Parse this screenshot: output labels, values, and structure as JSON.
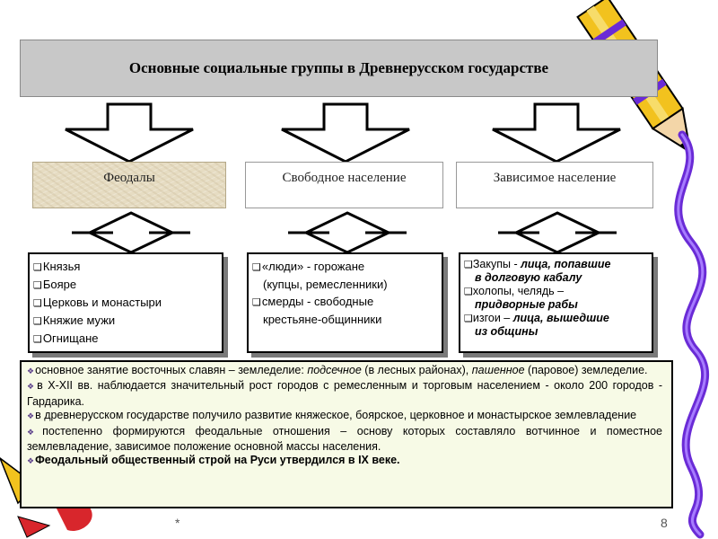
{
  "title": "Основные социальные группы в Древнерусском государстве",
  "groups": {
    "feudals": {
      "label": "Феодалы",
      "items": [
        "Князья",
        "Бояре",
        "Церковь  и монастыри",
        "Княжие мужи",
        "Огнищане"
      ]
    },
    "free": {
      "label": "Свободное население",
      "items": [
        {
          "marker": true,
          "text": "«люди» - горожане"
        },
        {
          "marker": false,
          "text": "(купцы, ремесленники)"
        },
        {
          "marker": true,
          "text": "смерды - свободные"
        },
        {
          "marker": false,
          "text": "крестьяне-общинники"
        }
      ]
    },
    "dependent": {
      "label": "Зависимое  население",
      "items": [
        {
          "term": "Закупы - ",
          "desc_1": "лица, попавшие",
          "desc_2": "в долговую кабалу"
        },
        {
          "term": "холопы, челядь – ",
          "desc_1": "",
          "desc_2": "придворные рабы"
        },
        {
          "term": "изгои – ",
          "desc_1": "лица, вышедшие",
          "desc_2": "из общины"
        }
      ]
    }
  },
  "summary": {
    "p1": {
      "a": "основное занятие восточных славян – земледелие: ",
      "b": "подсечное",
      "c": " (в лесных районах), ",
      "d": "пашенное",
      "e": " (паровое) земледелие."
    },
    "p2": "в X-XII вв. наблюдается значительный рост городов с ремесленным и торговым населением - около 200 городов - Гардарика.",
    "p3": "в древнерусском государстве получило развитие княжеское, боярское, церковное и монастырское землевладение",
    "p4": "постепенно формируются феодальные отношения – основу которых составляло вотчинное и поместное землевладение, зависимое положение основной массы населения.",
    "p5": "Феодальный общественный строй на Руси утвердился в IX веке."
  },
  "footer": {
    "star": "*",
    "page": "8"
  },
  "colors": {
    "title_bg": "#c8c8c8",
    "feudals_bg": "#e6dcc2",
    "summary_bg": "#f7fae6",
    "pencil_yellow": "#f2c21e",
    "squiggle_purple": "#6a2bd6",
    "decoration_red": "#d8262c"
  },
  "icons": {
    "list_marker": "square-marker-icon",
    "summary_marker": "diamond-bullet-icon",
    "decoration": "pencil-icon"
  }
}
